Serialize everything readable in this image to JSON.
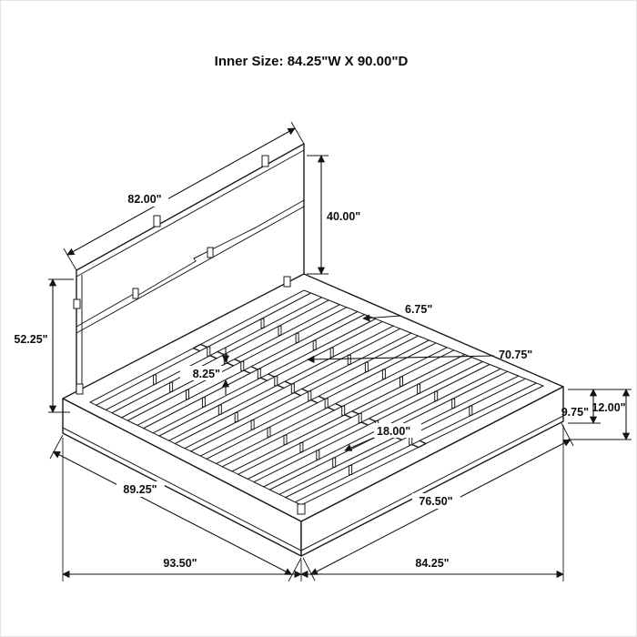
{
  "title": "Inner Size: 84.25\"W X 90.00\"D",
  "diagram": {
    "type": "isometric-furniture-dimension-drawing",
    "subject": "platform bed with plank headboard and slat deck",
    "line_color": "#1b1b1b",
    "background": "#ffffff",
    "labels": {
      "headboard_width": "82.00\"",
      "headboard_panel_height": "40.00\"",
      "headboard_total_height": "52.25\"",
      "rail_width": "6.75\"",
      "slat_length": "70.75\"",
      "slat_gap": "8.25\"",
      "center_rail": "18.00\"",
      "deck_side_height": "9.75\"",
      "platform_total_height": "12.00\"",
      "side_edge_length": "89.25\"",
      "front_edge_length": "76.50\"",
      "overall_depth": "93.50\"",
      "overall_width": "84.25\""
    }
  }
}
